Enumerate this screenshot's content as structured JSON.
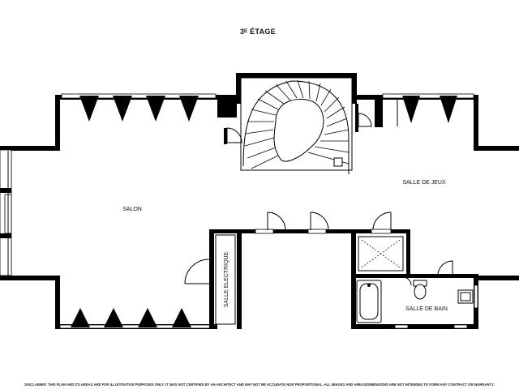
{
  "plan": {
    "title": "3ᴱ ÉTAGE",
    "rooms": {
      "salon": "SALON",
      "salle_de_jeux": "SALLE DE JEUX",
      "salle_de_bain": "SALLE DE BAIN",
      "salle_electrique": "SALLE ELECTRIQUE"
    },
    "disclaimer": "DISCLAIMER: THIS PLAN AND ITS AREAS ARE FOR ILLUSTRATIVE PURPOSES ONLY. IT WAS NOT CERTIFIED BY AN ARCHITECT AND MAY NOT BE ACCURATE NOR PROPORTIONAL. ALL IMAGES AND AREAS/DIMENSIONS ARE NOT INTENDED TO FORM ANY CONTRACT OR WARRANTY."
  }
}
